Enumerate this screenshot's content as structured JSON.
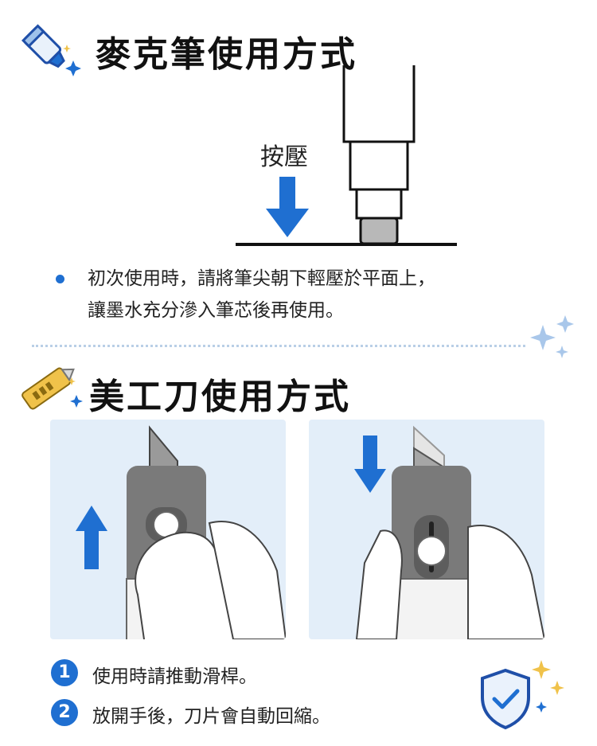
{
  "marker_section": {
    "title": "麥克筆使用方式",
    "press_label": "按壓",
    "instruction_line1": "初次使用時，請將筆尖朝下輕壓於平面上，",
    "instruction_line2": "讓墨水充分滲入筆芯後再使用。"
  },
  "cutter_section": {
    "title": "美工刀使用方式",
    "steps": [
      {
        "number": "1",
        "text": "使用時請推動滑桿。"
      },
      {
        "number": "2",
        "text": "放開手後，刀片會自動回縮。"
      }
    ]
  },
  "colors": {
    "accent_blue": "#1f6fd1",
    "panel_bg": "#e3eef9",
    "sparkle_blue": "#a9c7ea",
    "sparkle_gold": "#f0c24a"
  },
  "icons": [
    "marker-icon",
    "cutter-icon",
    "shield-check-icon",
    "sparkle-icon",
    "arrow-down-icon",
    "arrow-up-icon"
  ]
}
